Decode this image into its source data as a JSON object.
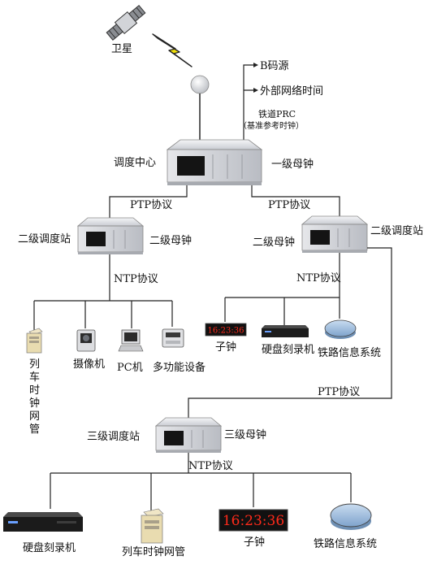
{
  "satellite": {
    "label": "卫星"
  },
  "sources": {
    "b_code": "B码源",
    "external_net_time": "外部网络时间"
  },
  "prc": {
    "line1": "铁道PRC",
    "line2": "（基准参考时钟）"
  },
  "dispatch_center": {
    "label": "调度中心",
    "clock": "一级母钟"
  },
  "protocols": {
    "ptp": "PTP协议",
    "ntp": "NTP协议"
  },
  "station_left": {
    "label": "二级调度站",
    "clock": "二级母钟"
  },
  "station_right": {
    "label": "二级调度站",
    "clock": "二级母钟"
  },
  "station_third": {
    "label": "三级调度站",
    "clock": "三级母钟"
  },
  "left_devices": {
    "train_clock_mgmt": [
      "列",
      "车",
      "时",
      "钟",
      "网",
      "管"
    ],
    "camera": "摄像机",
    "pc": "PC机",
    "multifunction": "多功能设备"
  },
  "right_devices": {
    "sub_clock": "子钟",
    "sub_clock_display": "16:23:36",
    "dvr": "硬盘刻录机",
    "railway_info": "铁路信息系统"
  },
  "bottom_devices": {
    "dvr": "硬盘刻录机",
    "train_clock_mgmt": "列车时钟网管",
    "sub_clock": "子钟",
    "sub_clock_display": "16:23:36",
    "railway_info": "铁路信息系统"
  },
  "colors": {
    "lightning": "#f2e10a",
    "rack": "#d9dbe0",
    "clock_digits": "#ff2a1a",
    "disk": "#8fb3d9"
  }
}
